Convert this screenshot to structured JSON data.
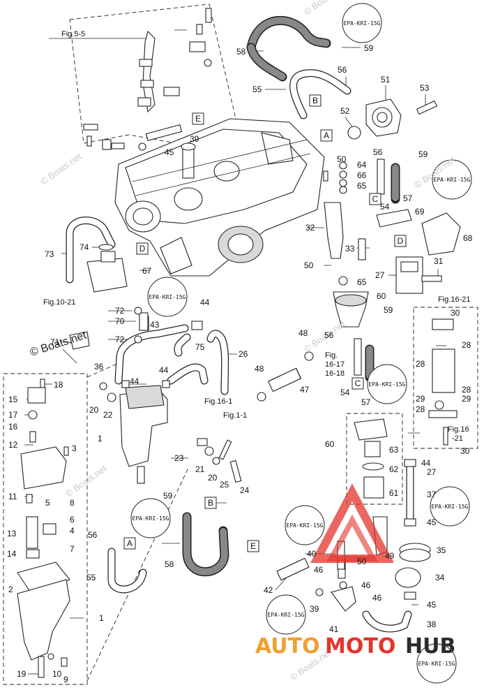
{
  "fig_refs": {
    "fig_5_5": "Fig.5-5",
    "fig_10_21": "Fig.10-21",
    "fig_16_21_a": "Fig.16-21",
    "fig_16_17": "Fig.",
    "fig_16_17b": "16-17",
    "fig_16_18": "16-18",
    "fig_16_1": "Fig.16-1",
    "fig_1_1": "Fig.1-1",
    "fig_16_21_b": "Fig.16",
    "fig_16_21_c": "-21"
  },
  "box_labels": {
    "A1": "A",
    "B1": "B",
    "C1": "C",
    "D1": "D",
    "D2": "D",
    "E1": "E",
    "A2": "A",
    "B2": "B",
    "C2": "C",
    "E2": "E"
  },
  "epa_tag": "EPA-KRI-15G",
  "watermarks": {
    "w1": "© Boats.net",
    "w2": "© Boats.net",
    "w3": "© Boats.net",
    "w4": "© Boats.net",
    "w5": "© Boats.net",
    "w6": "© Boats.net",
    "main": "© Boats.net"
  },
  "brand": {
    "auto": "AUTO",
    "moto": "MOTO",
    "hub": "HUB"
  },
  "callouts": {
    "c58": "58",
    "c59a": "59",
    "c55a": "55",
    "c56a": "56",
    "c51": "51",
    "c53": "53",
    "c52": "52",
    "c56b": "56",
    "c59b": "59",
    "c50a": "50",
    "c64": "64",
    "c66": "66",
    "c65a": "65",
    "c57a": "57",
    "c54a": "54",
    "c69": "69",
    "c39a": "39",
    "c45a": "45",
    "c32": "32",
    "c33": "33",
    "c68": "68",
    "c73": "73",
    "c74": "74",
    "c67": "67",
    "c50b": "50",
    "c27a": "27",
    "c31": "31",
    "c65b": "65",
    "c60a": "60",
    "c59c": "59",
    "c72a": "72",
    "c70": "70",
    "c43": "43",
    "c44a": "44",
    "c71": "71",
    "c72b": "72",
    "c75": "75",
    "c26": "26",
    "c48a": "48",
    "c56c": "56",
    "c36": "36",
    "c44b": "44",
    "c44c": "44",
    "c48b": "48",
    "c54b": "54",
    "c57b": "57",
    "c47": "47",
    "c30a": "30",
    "c28a": "28",
    "c28b": "28",
    "c28c": "28",
    "c29a": "29",
    "c29b": "29",
    "c28d": "28",
    "c30b": "30",
    "c27b": "27",
    "c18": "18",
    "c15": "15",
    "c17": "17",
    "c16": "16",
    "c12": "12",
    "c3": "3",
    "c11": "11",
    "c8": "8",
    "c5": "5",
    "c6": "6",
    "c13": "13",
    "c4": "4",
    "c7": "7",
    "c14": "14",
    "c2": "2",
    "c1a": "1",
    "c1b": "1",
    "c10": "10",
    "c19": "19",
    "c9": "9",
    "c20a": "20",
    "c22": "22",
    "c23": "23",
    "c21": "21",
    "c20b": "20",
    "c25": "25",
    "c24": "24",
    "c59d": "59",
    "c56d": "56",
    "c55b": "55",
    "c58b": "58",
    "c60b": "60",
    "c63": "63",
    "c62": "62",
    "c61": "61",
    "c44d": "44",
    "c37": "37",
    "c45b": "45",
    "c40": "40",
    "c49": "49",
    "c50c": "50",
    "c35": "35",
    "c46a": "46",
    "c46b": "46",
    "c46c": "46",
    "c34": "34",
    "c42": "42",
    "c45c": "45",
    "c39b": "39",
    "c41": "41",
    "c38": "38"
  }
}
